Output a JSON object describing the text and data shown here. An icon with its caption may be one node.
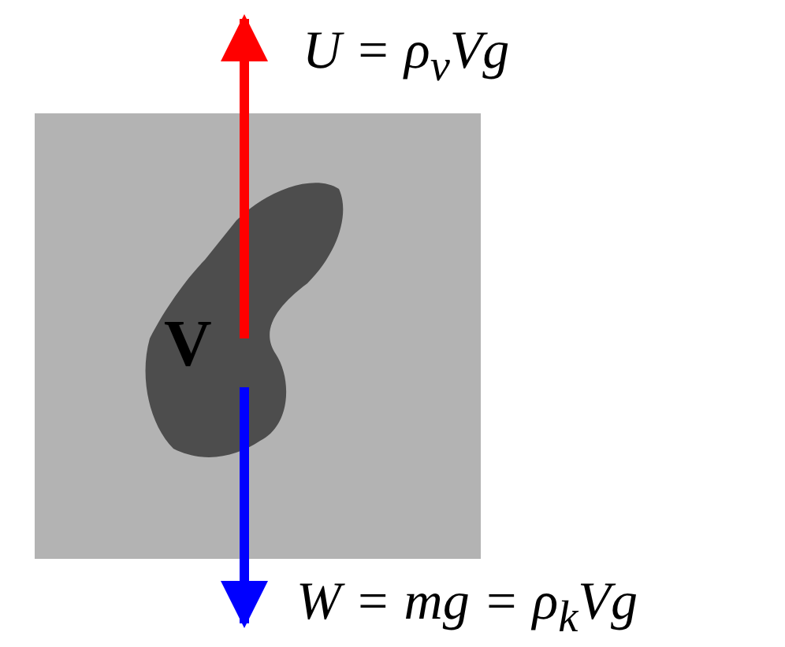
{
  "diagram": {
    "labels": [
      "U = ρ$_{v}$Vg",
      "V",
      "W = mg = ρ$_{k}$Vg"
    ]
  }
}
